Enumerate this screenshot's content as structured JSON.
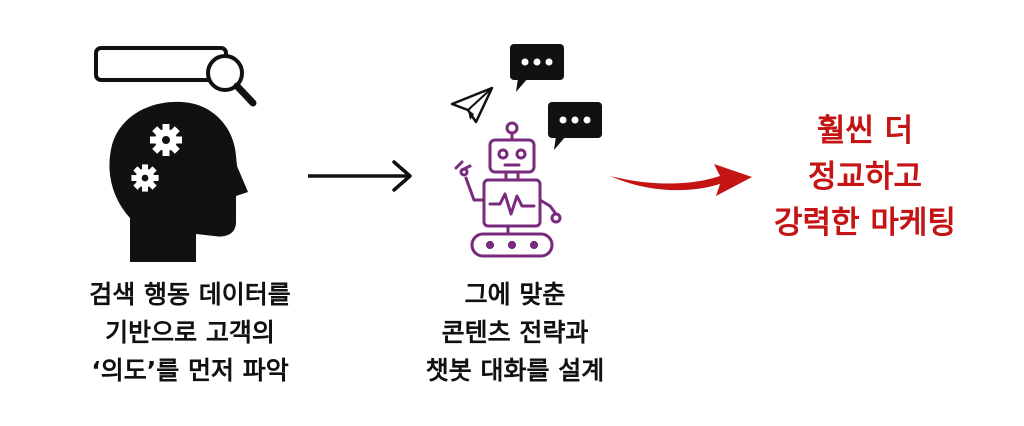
{
  "colors": {
    "ink": "#111111",
    "robot": "#7a2a7e",
    "accent": "#c41414"
  },
  "icons": {
    "search": "search-bar-icon",
    "head": "head-with-gears-icon",
    "chat": "chat-bubble-icon",
    "plane": "paper-plane-icon",
    "robot": "robot-icon"
  },
  "steps": [
    {
      "lines": [
        "검색 행동 데이터를",
        "기반으로 고객의",
        "‘의도’를 먼저 파악"
      ]
    },
    {
      "lines": [
        "그에 맞춘",
        "콘텐츠 전략과",
        "챗봇 대화를 설계"
      ]
    }
  ],
  "result": {
    "lines": [
      "훨씬 더",
      "정교하고",
      "강력한 마케팅"
    ]
  }
}
